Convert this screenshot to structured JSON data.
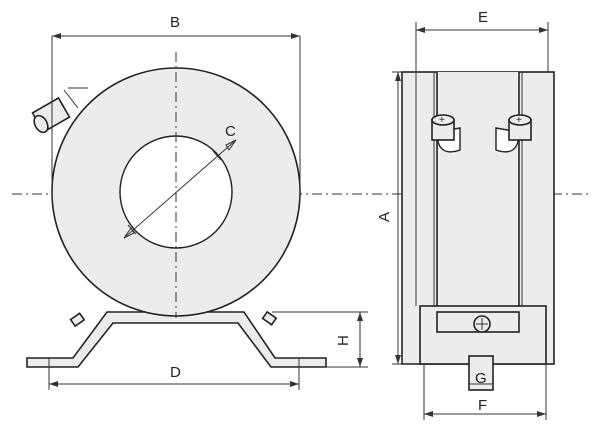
{
  "dimensions": {
    "a": "A",
    "b": "B",
    "c": "C",
    "d": "D",
    "e": "E",
    "f": "F",
    "g": "G",
    "h": "H"
  }
}
